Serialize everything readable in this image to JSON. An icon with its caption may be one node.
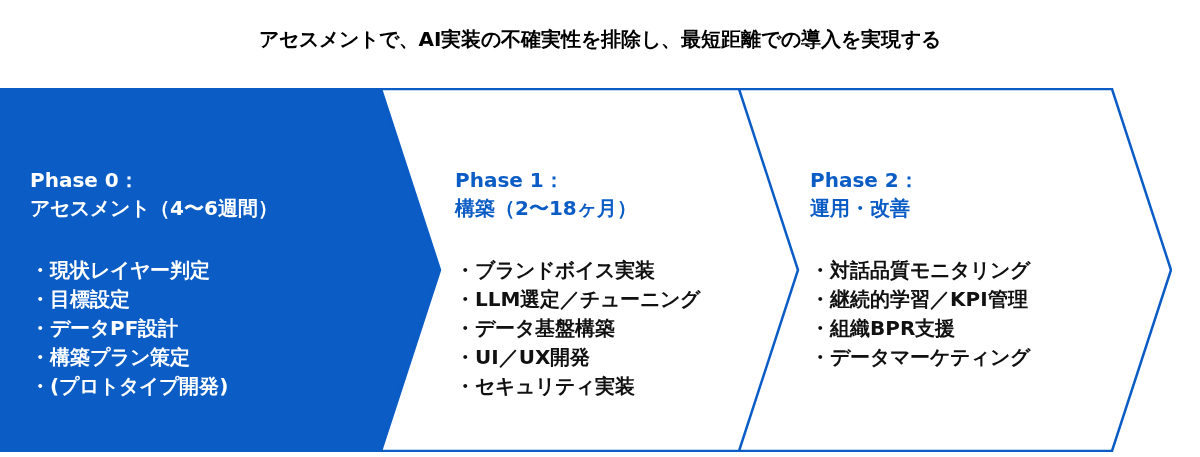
{
  "diagram": {
    "title": "アセスメントで、AI実装の不確実性を排除し、最短距離での導入を実現する",
    "nodes": [
      {
        "text": [
          "Phase 0：",
          "アセスメント（4〜6週間）",
          "・現状レイヤー判定",
          "・目標設定",
          "・データPF設計",
          "・構築プラン策定",
          "・(プロトタイプ開発)"
        ]
      },
      {
        "text": [
          "Phase 1：",
          "構築（2〜18ヶ月）",
          "・ブランドボイス実装",
          "・LLM選定／チューニング",
          "・データ基盤構築",
          "・UI／UX開発",
          "・セキュリティ実装"
        ]
      },
      {
        "text": [
          "Phase 2：",
          "運用・改善",
          "・対話品質モニタリング",
          "・継続的学習／KPI管理",
          "・組織BPR支援",
          "・データマーケティング"
        ]
      }
    ],
    "edges": []
  }
}
